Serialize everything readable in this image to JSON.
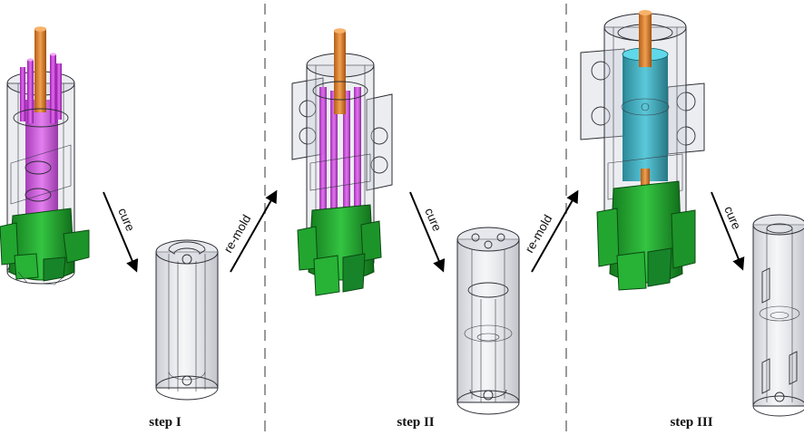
{
  "steps": [
    {
      "label": "step I"
    },
    {
      "label": "step II"
    },
    {
      "label": "step III"
    }
  ],
  "arrows": {
    "cure": "cure",
    "remold": "re-mold"
  },
  "colors": {
    "rod": "#d27a2a",
    "pins": "#c83bd6",
    "base": "#1f9e2c",
    "core": "#2aa4b8",
    "glass": "#c9ccd6",
    "divider": "#9a9a9a"
  }
}
